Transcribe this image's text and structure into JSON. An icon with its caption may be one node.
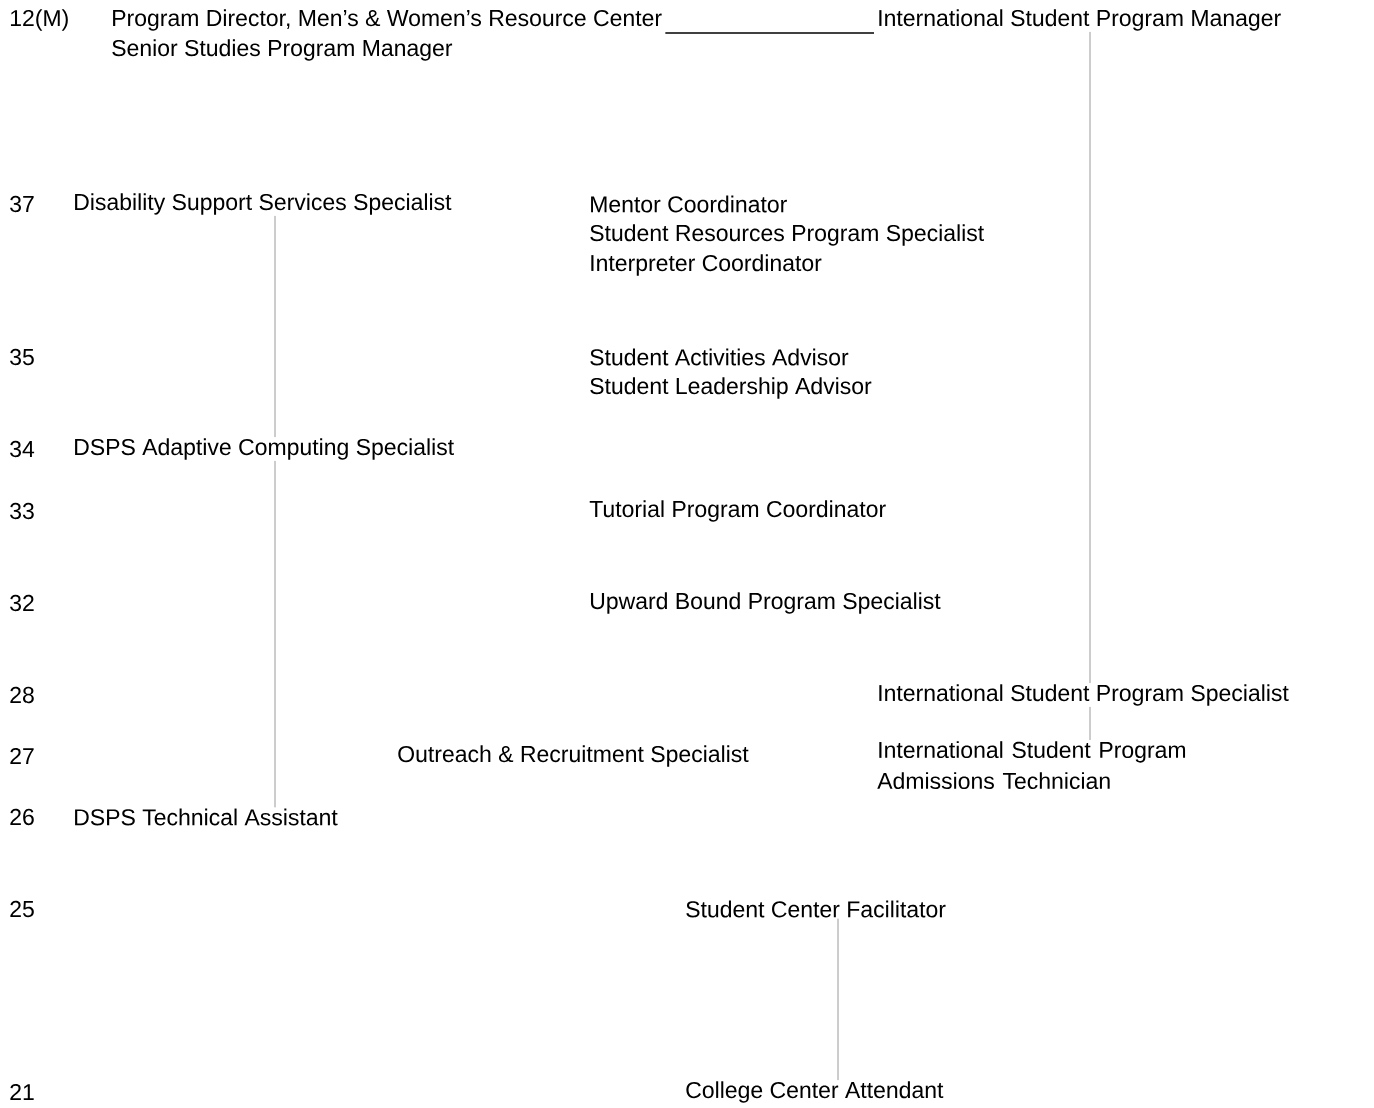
{
  "diagram": {
    "nodes": [
      {
        "text": [
          "Program Director, Men’s & Women’s Resource Center"
        ]
      },
      {
        "text": [
          "International Student Program Manager"
        ]
      },
      {
        "text": [
          "Disability Support Services Specialist"
        ]
      },
      {
        "text": [
          "DSPS Adaptive Computing Specialist"
        ]
      },
      {
        "text": [
          "DSPS Technical Assistant"
        ]
      },
      {
        "text": [
          "International Student Program Specialist"
        ]
      },
      {
        "text": [
          "International Student Program Admissions Technician"
        ]
      },
      {
        "text": [
          "Student Center Facilitator"
        ]
      },
      {
        "text": [
          "College Center Attendant"
        ]
      }
    ],
    "edges": [
      {
        "from": 0,
        "to": 1,
        "arrow": "none",
        "color": "#000000"
      },
      {
        "from": 1,
        "to": 5,
        "arrow": "none"
      },
      {
        "from": 2,
        "to": 3,
        "arrow": "none"
      },
      {
        "from": 3,
        "to": 4,
        "arrow": "none"
      },
      {
        "from": 5,
        "to": 6,
        "arrow": "none"
      },
      {
        "from": 7,
        "to": 8,
        "arrow": "none"
      }
    ],
    "labels": [
      "12(M)",
      "Senior Studies Program Manager",
      "37",
      "Mentor Coordinator",
      "Student Resources Program Specialist",
      "Interpreter Coordinator",
      "35",
      "Student Activities Advisor",
      "Student Leadership Advisor",
      "34",
      "33",
      "Tutorial Program Coordinator",
      "32",
      "Upward Bound Program Specialist",
      "28",
      "27",
      "Outreach & Recruitment Specialist",
      "26",
      "25",
      "21"
    ]
  }
}
